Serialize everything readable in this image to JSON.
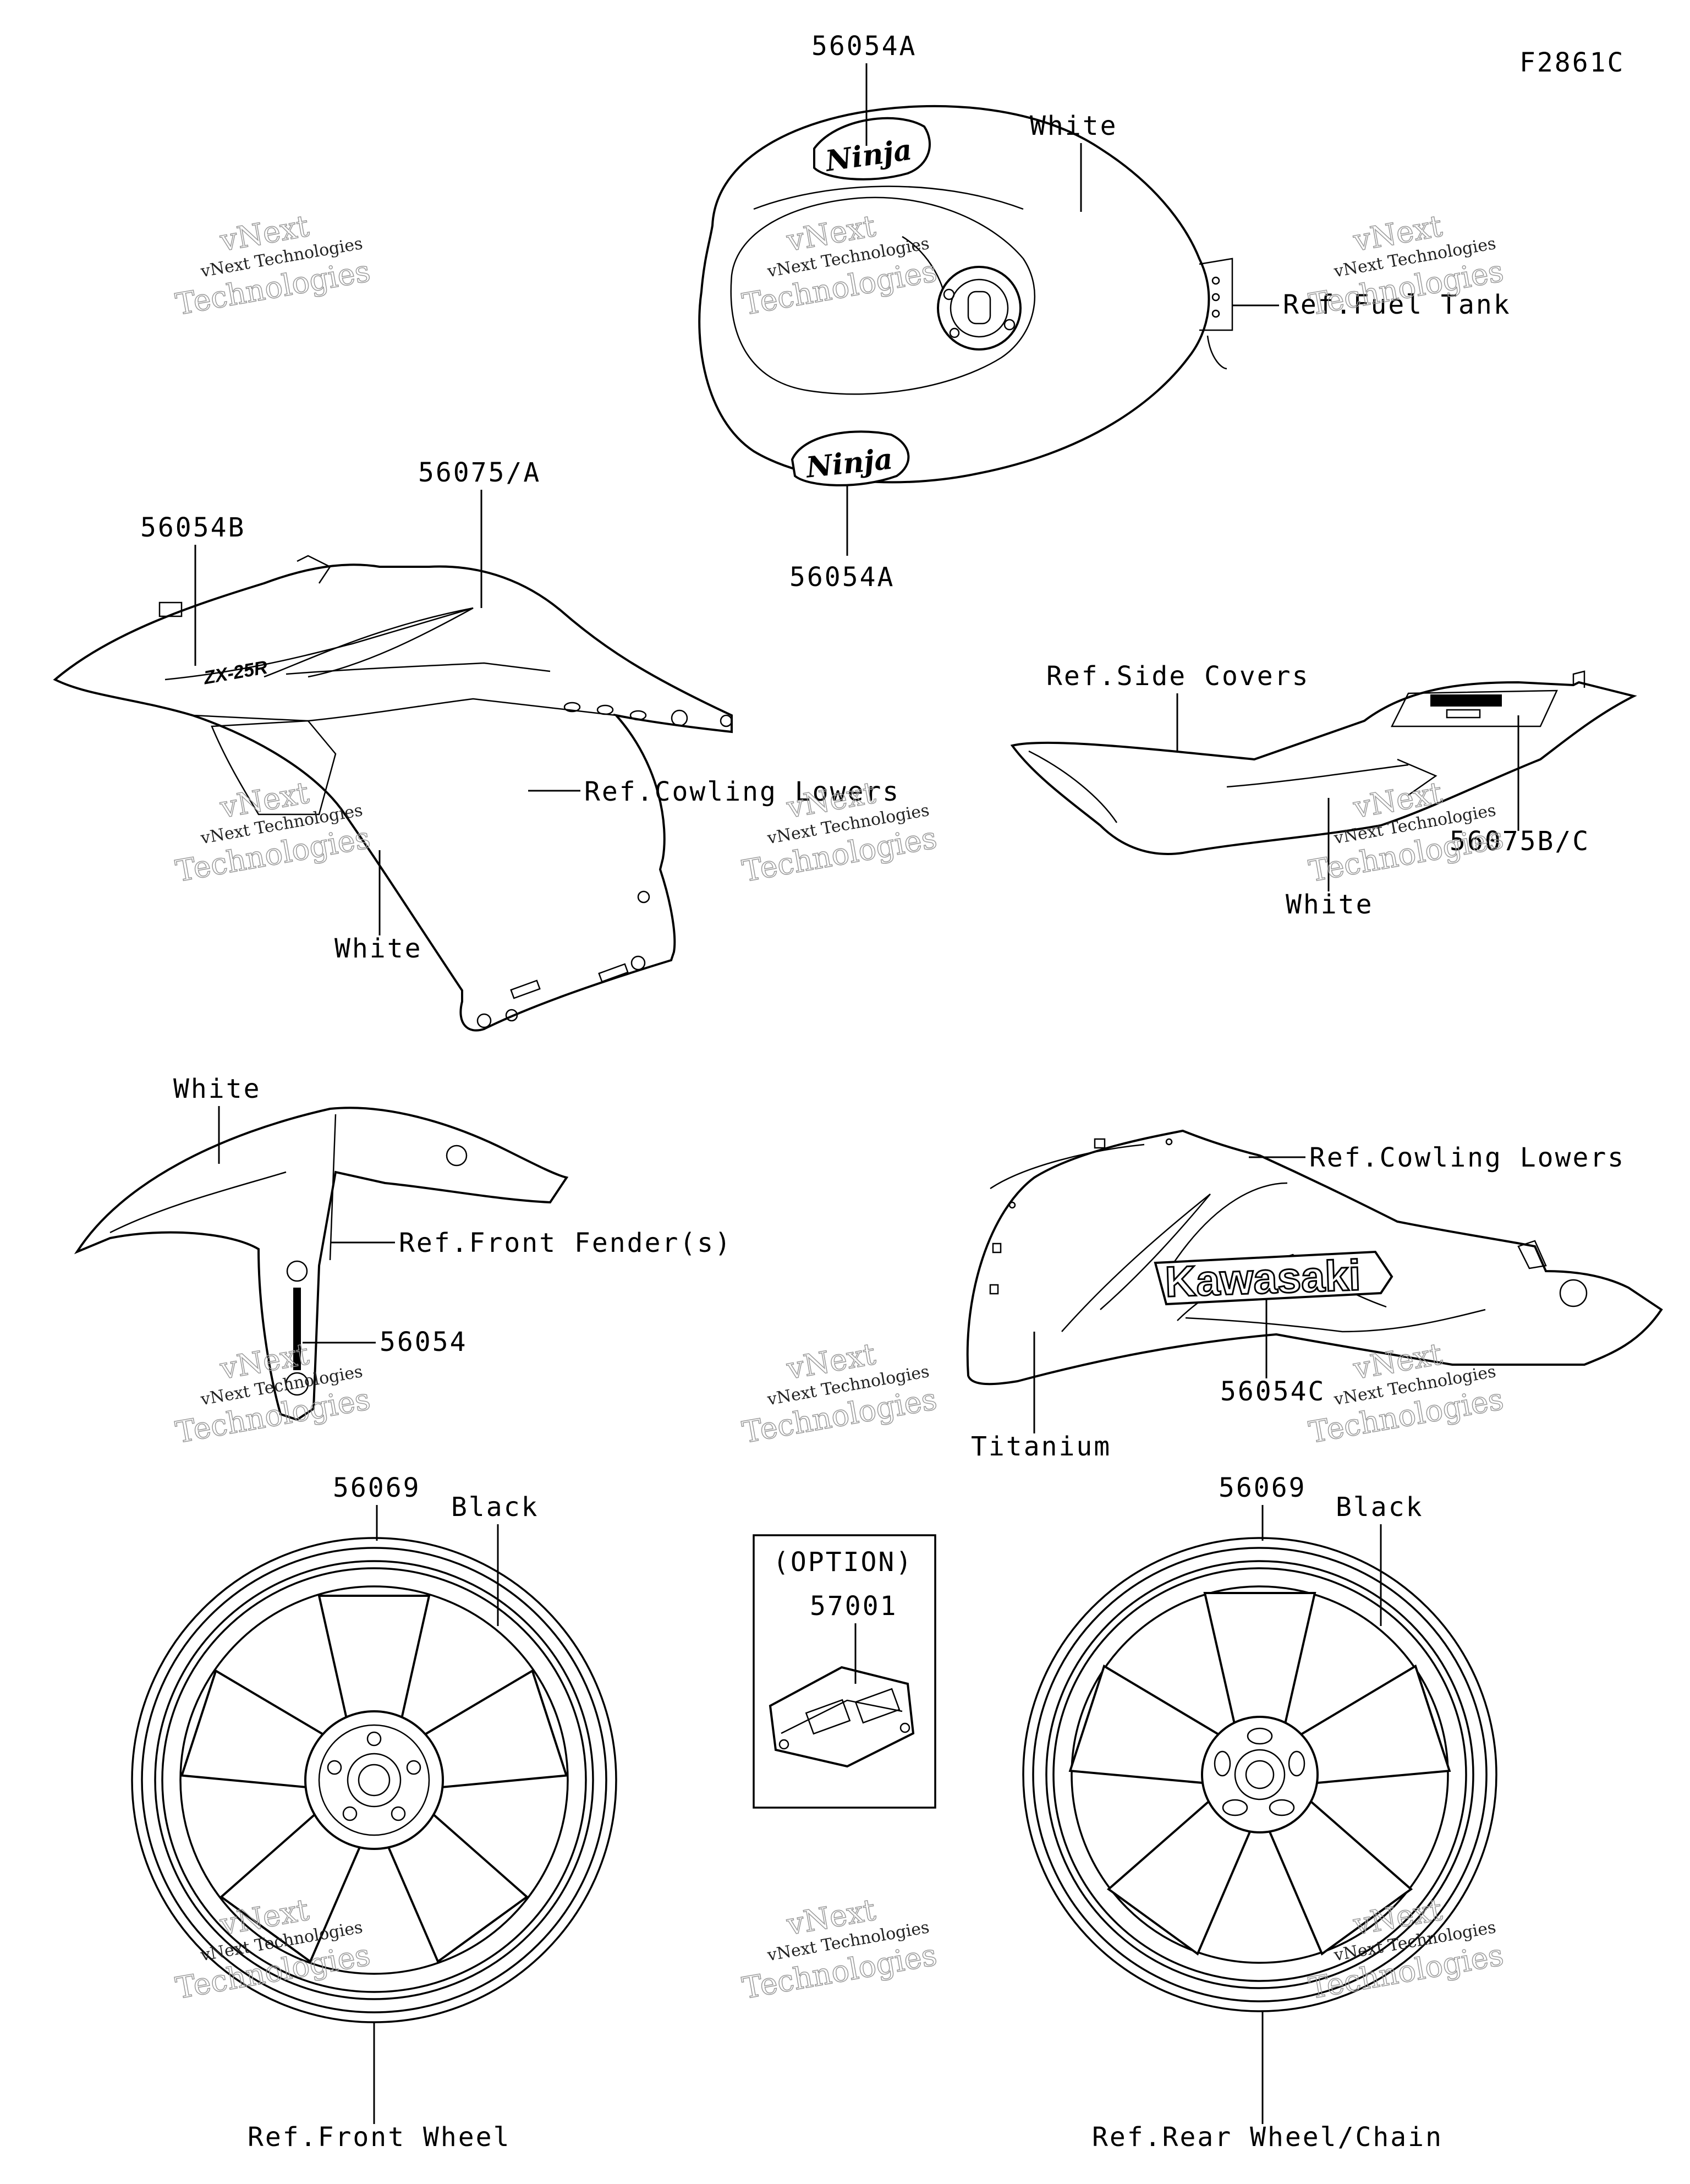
{
  "figure_code": "F2861C",
  "watermark": {
    "line1": "vNext Technologies",
    "line2": "vNext",
    "line3": "Technologies"
  },
  "labels": {
    "tank_top_part": "56054A",
    "tank_color": "White",
    "tank_ref": "Ref.Fuel Tank",
    "tank_bottom_part": "56054A",
    "cowl_top_part": "56075/A",
    "cowl_left_part": "56054B",
    "cowl_ref": "Ref.Cowling Lowers",
    "cowl_color": "White",
    "side_ref": "Ref.Side Covers",
    "side_part": "56075B/C",
    "side_color": "White",
    "fender_color": "White",
    "fender_ref": "Ref.Front Fender(s)",
    "fender_part": "56054",
    "lower_ref": "Ref.Cowling Lowers",
    "lower_part": "56054C",
    "lower_color": "Titanium",
    "front_wheel_part": "56069",
    "front_wheel_color": "Black",
    "front_wheel_ref": "Ref.Front Wheel",
    "option_label": "(OPTION)",
    "option_part": "57001",
    "rear_wheel_part": "56069",
    "rear_wheel_color": "Black",
    "rear_wheel_ref": "Ref.Rear Wheel/Chain"
  },
  "decals": {
    "tank_logo": "Ninja",
    "cowl_logo": "ZX-25R",
    "lower_logo": "Kawasaki"
  }
}
